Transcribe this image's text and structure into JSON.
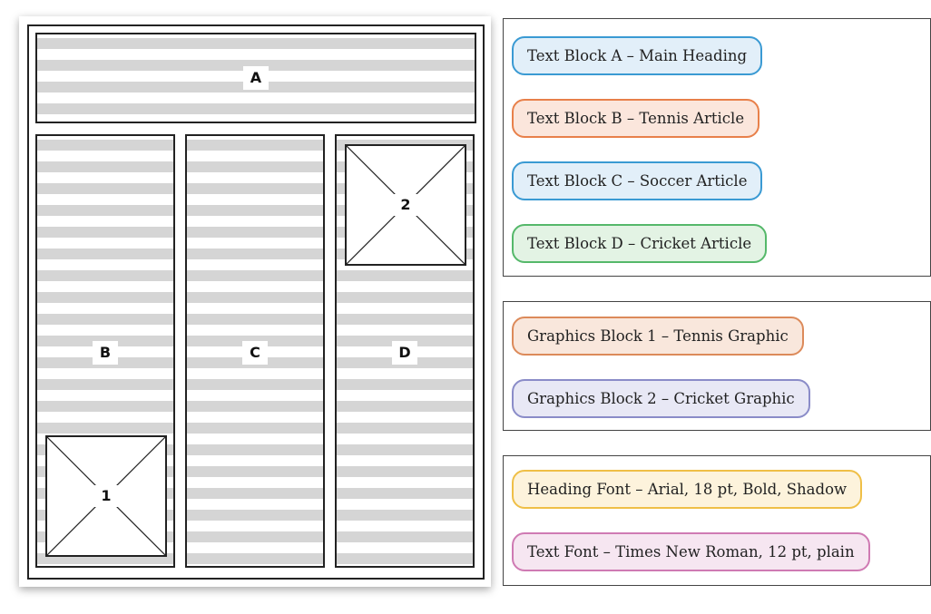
{
  "layout": {
    "regions": {
      "a": "A",
      "b": "B",
      "c": "C",
      "d": "D"
    },
    "graphics": {
      "one": "1",
      "two": "2"
    }
  },
  "legend": {
    "text_blocks": [
      "Text Block A – Main Heading",
      "Text Block B – Tennis Article",
      "Text Block C – Soccer Article",
      "Text Block D – Cricket Article"
    ],
    "graphics_blocks": [
      "Graphics Block 1 – Tennis Graphic",
      "Graphics Block 2 – Cricket Graphic"
    ],
    "fonts": [
      "Heading Font – Arial, 18 pt, Bold, Shadow",
      "Text Font – Times New Roman, 12 pt, plain"
    ]
  },
  "colors": {
    "text_block_a": "#3a9ad3",
    "text_block_b": "#e8804a",
    "text_block_c": "#3a9ad3",
    "text_block_d": "#55b86a",
    "graphics_block_1": "#dc8a5a",
    "graphics_block_2": "#8a8cc8",
    "heading_font": "#efbf47",
    "text_font": "#cf7ab3",
    "stripe": "#d5d5d5"
  }
}
